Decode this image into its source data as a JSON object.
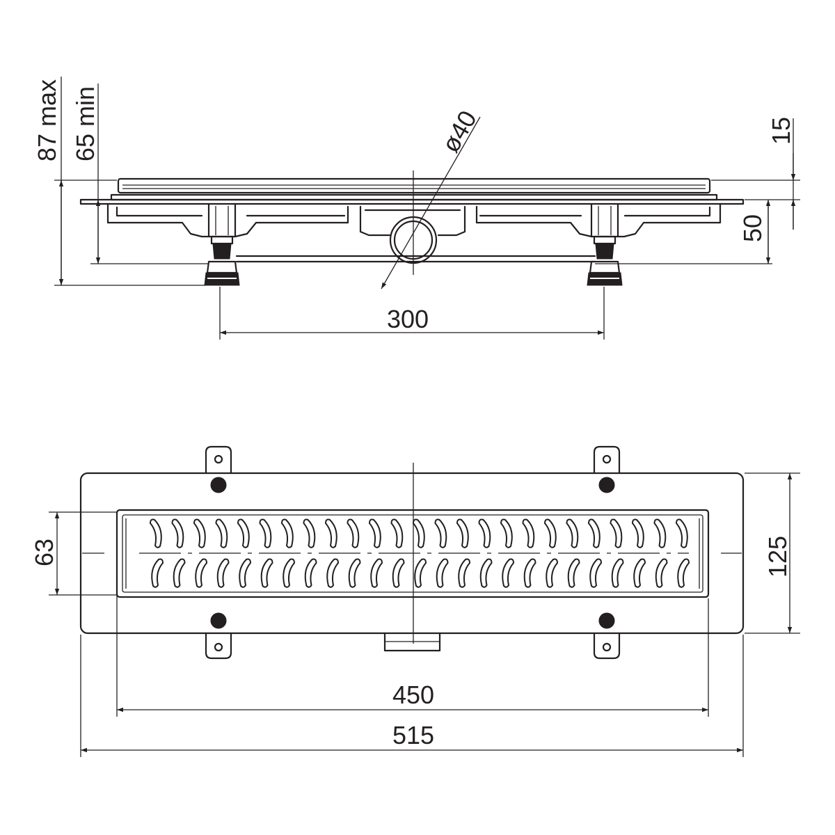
{
  "colors": {
    "ink": "#231f20",
    "paper": "#ffffff"
  },
  "side_view": {
    "dims": {
      "max_height": "87 max",
      "min_height": "65 min",
      "pipe_diameter": "ø40",
      "grate_thickness": "15",
      "body_depth": "50",
      "feet_spacing": "300"
    }
  },
  "top_view": {
    "dims": {
      "grate_width": "63",
      "total_width": "125",
      "grate_length": "450",
      "total_length": "515"
    }
  }
}
